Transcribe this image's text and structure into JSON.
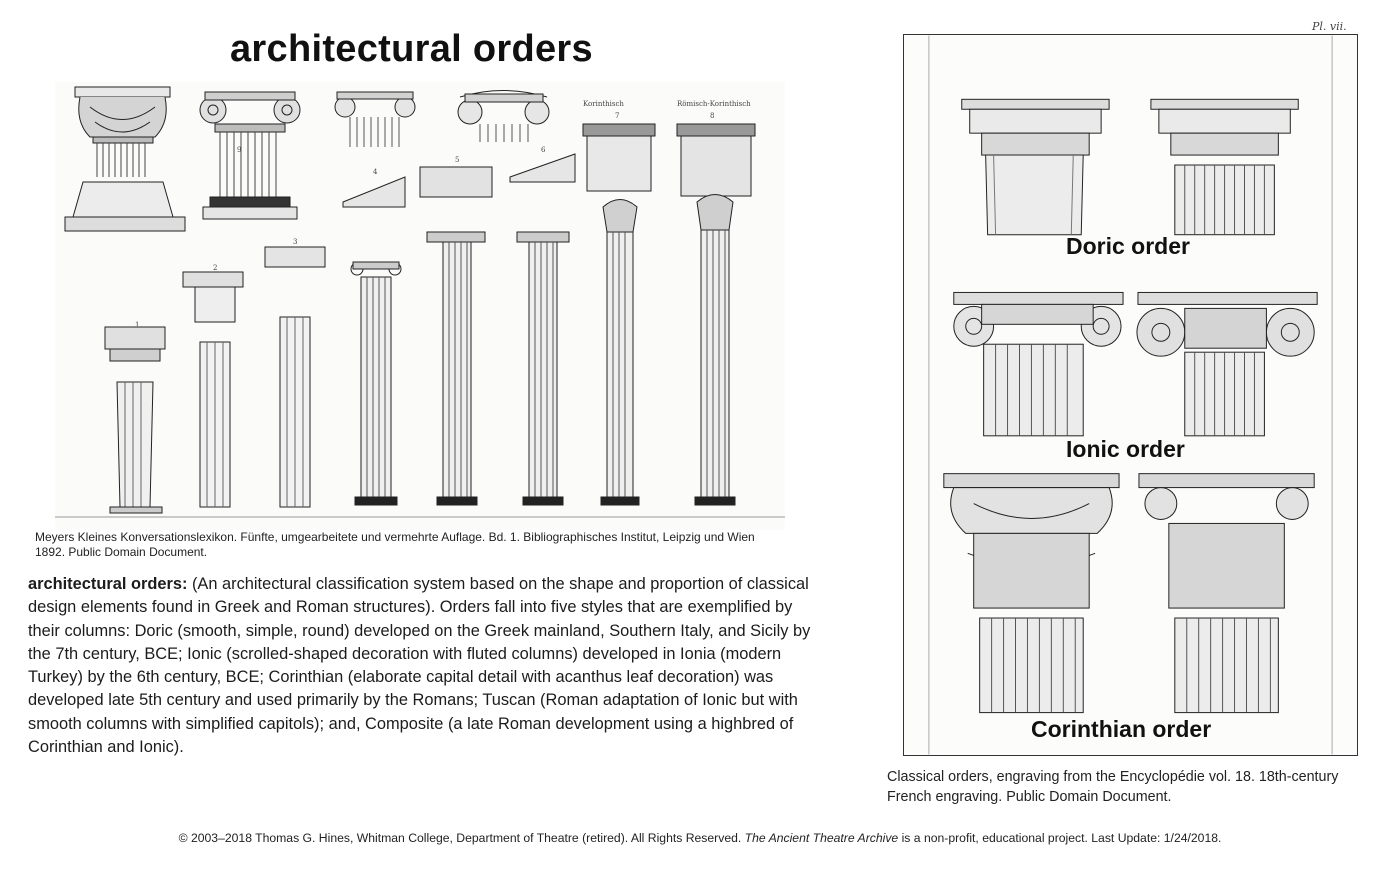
{
  "title": "architectural orders",
  "left_plate": {
    "headers": [
      "Korinthisch",
      "Römisch-Korinthisch"
    ],
    "column_numbers": [
      "1",
      "2",
      "3",
      "4",
      "5",
      "6",
      "7",
      "8",
      "9"
    ]
  },
  "caption_left": {
    "line1": "Meyers Kleines Konversationslexikon. Fünfte, umgearbeitete und vermehrte Auflage. Bd. 1. Bibliographisches Institut, Leipzig und Wien",
    "line2": "1892. Public Domain Document."
  },
  "definition": {
    "term": "architectural orders:",
    "body": " (An architectural classification system based on the shape and proportion of classical design elements found in Greek and Roman structures).  Orders fall into five styles that are exemplified by their columns: Doric (smooth, simple, round) developed on the Greek mainland, Southern Italy, and Sicily by the 7th century, BCE; Ionic (scrolled-shaped decoration with fluted columns) developed in Ionia (modern Turkey) by the 6th century, BCE;  Corinthian (elaborate capital detail with acanthus leaf decoration) was developed late 5th century and used primarily by the Romans; Tuscan (Roman adaptation of  Ionic but with smooth columns with simplified capitols); and, Composite (a late Roman development using a highbred of Corinthian and Ionic)."
  },
  "right_plate": {
    "plate_number": "Pl. vii.",
    "labels": {
      "doric": "Doric order",
      "ionic": "Ionic order",
      "corinthian": "Corinthian order"
    }
  },
  "caption_right": "Classical orders, engraving from the Encyclopédie vol. 18. 18th-century French engraving. Public Domain Document.",
  "footer": {
    "part1": "© 2003–2018 Thomas G. Hines, Whitman College, Department of Theatre (retired). All Rights Reserved. ",
    "italic": "The Ancient Theatre Archive",
    "part2": " is a non-profit, educational project. Last Update: 1/24/2018."
  }
}
